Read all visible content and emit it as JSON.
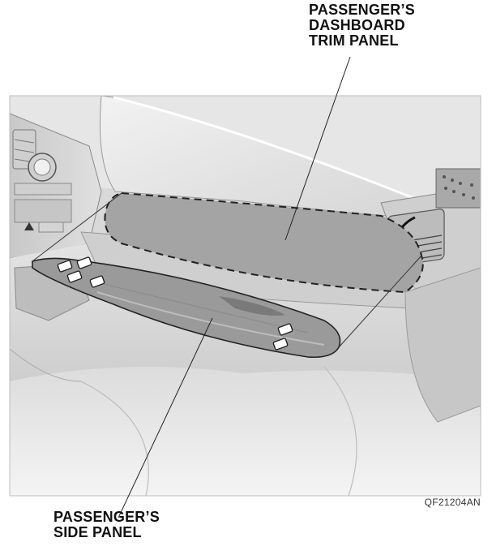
{
  "labels": {
    "dashboard_trim_panel": [
      "PASSENGER’S",
      "DASHBOARD",
      "TRIM PANEL"
    ],
    "side_panel": [
      "PASSENGER’S",
      "SIDE PANEL"
    ]
  },
  "figure_code": "QF21204AN",
  "colors": {
    "panel_fill": "#9a9a9a",
    "panel_outline": "#222222",
    "dashboard_shade": "#d2d2d2",
    "background": "#ffffff",
    "leader_line": "#222222"
  }
}
